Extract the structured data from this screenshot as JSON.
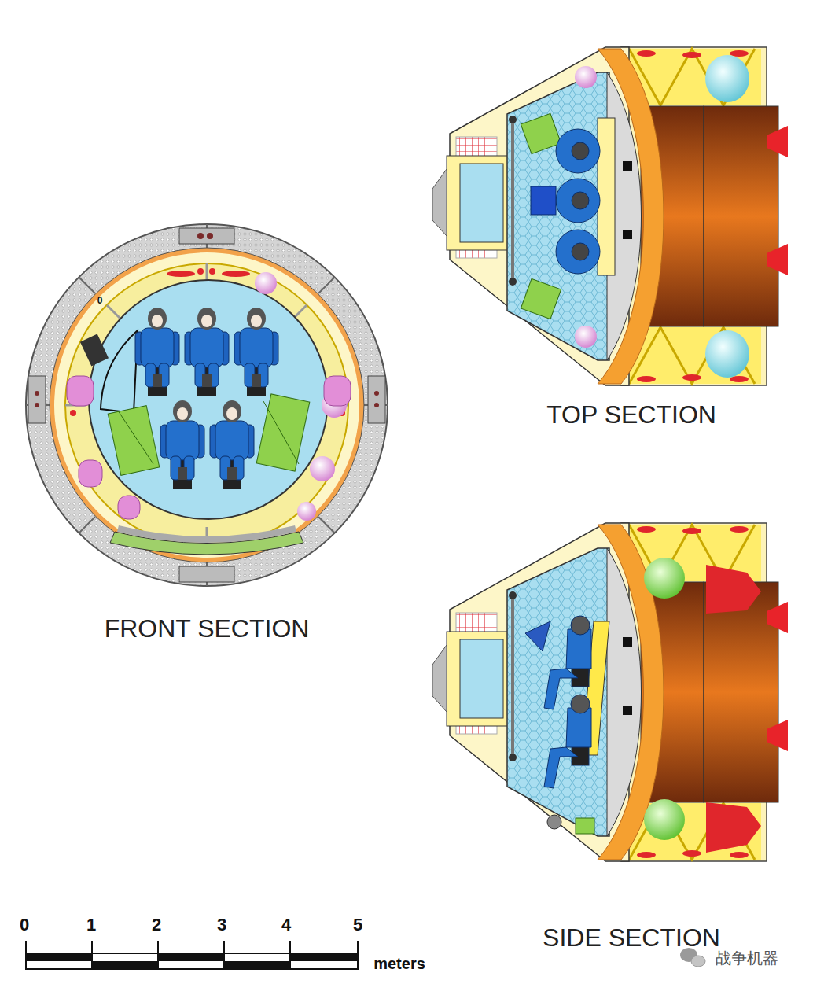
{
  "diagram": {
    "labels": [
      "0",
      "TOP SECTION",
      "FRONT SECTION",
      "SIDE SECTION",
      "0",
      "1",
      "2",
      "3",
      "4",
      "5",
      "meters",
      "战争机器"
    ]
  }
}
